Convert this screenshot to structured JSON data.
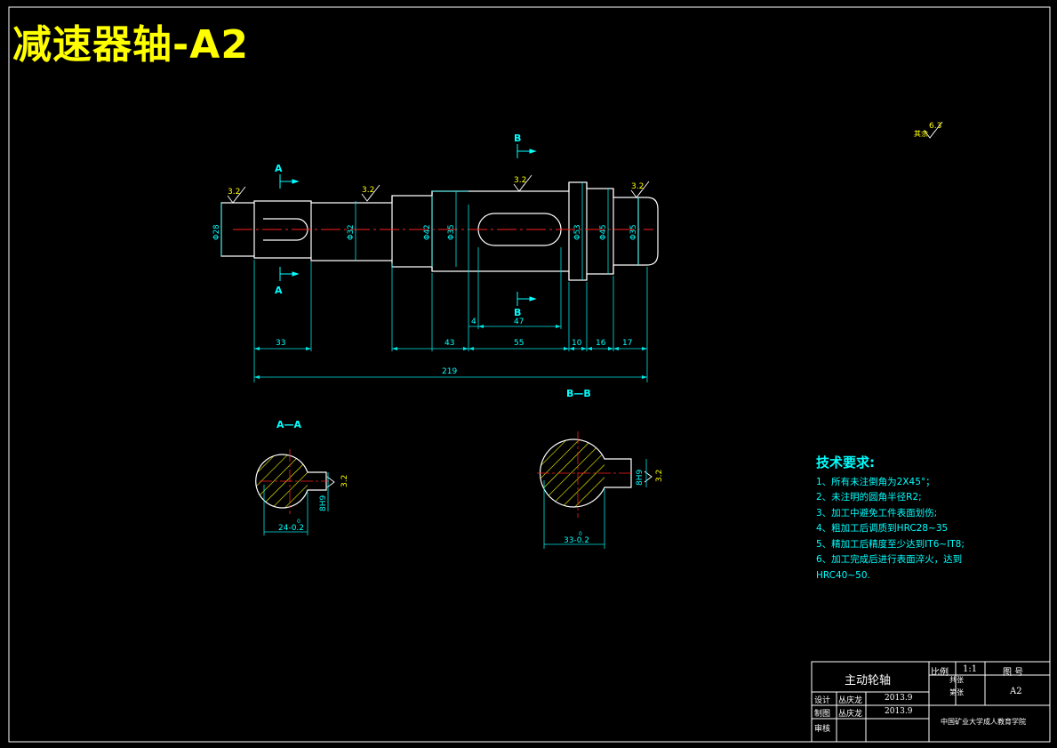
{
  "title": "减速器轴-A2",
  "roughness": {
    "corner": "6.3",
    "corner_label": "其余",
    "shaft": [
      "3.2",
      "3.2",
      "3.2",
      "3.2"
    ],
    "section_a": "3.2",
    "section_b": "3.2"
  },
  "diameters": [
    "Φ28",
    "Φ32",
    "Φ42",
    "Φ35",
    "Φ53",
    "Φ45",
    "Φ35"
  ],
  "lengths": [
    "33",
    "43",
    "55",
    "10",
    "16",
    "17"
  ],
  "total_length": "219",
  "keyway_dims": [
    "4",
    "47"
  ],
  "section_marks": {
    "a": "A",
    "b": "B"
  },
  "section_titles": {
    "a": "A—A",
    "b": "B—B"
  },
  "section_a_dims": {
    "width": "8H9",
    "depth": "24-0.2",
    "tol_top": "0"
  },
  "section_b_dims": {
    "width": "8H9",
    "depth": "33-0.2",
    "tol_top": "0"
  },
  "notes": {
    "heading": "技术要求:",
    "items": [
      "1、所有未注倒角为2X45°；",
      "2、未注明的圆角半径R2;",
      "3、加工中避免工件表面划伤;",
      "4、粗加工后调质到HRC28~35",
      "5、精加工后精度至少达到IT6~IT8;",
      "6、加工完成后进行表面淬火，达到",
      "HRC40~50."
    ]
  },
  "title_block": {
    "part_name": "主动轮轴",
    "scale_label": "比例",
    "scale": "1:1",
    "drawing_no_label": "图  号",
    "drawing_no": "A2",
    "sheet_label_a": "共张",
    "sheet_label_b": "第张",
    "designer_label": "设计",
    "designer": "丛庆龙",
    "design_date": "2013.9",
    "drafter_label": "制图",
    "drafter": "丛庆龙",
    "draft_date": "2013.9",
    "reviewer_label": "审核",
    "organization": "中国矿业大学成人教育学院"
  }
}
